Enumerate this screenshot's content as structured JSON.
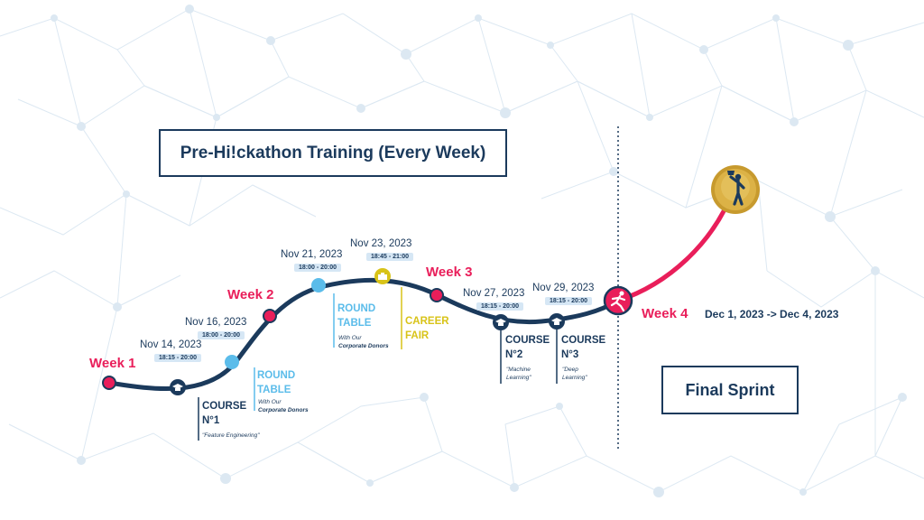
{
  "colors": {
    "navy": "#1b3a5c",
    "pink": "#e91e5a",
    "light_blue": "#5bbcea",
    "gold": "#d8c318",
    "network": "#dce8f2"
  },
  "header": {
    "title": "Pre-Hi!ckathon Training (Every Week)"
  },
  "final": {
    "box_label": "Final Sprint",
    "week_label": "Week 4",
    "dates": "Dec 1, 2023 -> Dec 4, 2023",
    "icon": "runner-icon",
    "trophy_icon": "trophy-figure-icon"
  },
  "weeks": [
    "Week 1",
    "Week 2",
    "Week 3"
  ],
  "events": {
    "course1": {
      "date": "Nov 14, 2023",
      "time": "18:15 - 20:00",
      "title_1": "COURSE",
      "title_2": "N°1",
      "subtitle": "\"Feature Engineering\"",
      "icon": "graduation-cap-icon"
    },
    "roundtable1": {
      "date": "Nov 16, 2023",
      "time": "18:00 - 20:00",
      "title_1": "ROUND",
      "title_2": "TABLE",
      "sub_1": "With Our",
      "sub_2": "Corporate Donors"
    },
    "roundtable2": {
      "date": "Nov 21, 2023",
      "time": "18:00 - 20:00",
      "title_1": "ROUND",
      "title_2": "TABLE",
      "sub_1": "With Our",
      "sub_2": "Corporate Donors"
    },
    "career": {
      "date": "Nov 23, 2023",
      "time": "18:45 - 21:00",
      "title_1": "CAREER",
      "title_2": "FAIR",
      "icon": "briefcase-icon"
    },
    "course2": {
      "date": "Nov 27, 2023",
      "time": "18:15 - 20:00",
      "title_1": "COURSE",
      "title_2": "N°2",
      "sub_1": "\"Machine",
      "sub_2": "Learning\"",
      "icon": "graduation-cap-icon"
    },
    "course3": {
      "date": "Nov 29, 2023",
      "time": "18:15 - 20:00",
      "title_1": "COURSE",
      "title_2": "N°3",
      "sub_1": "\"Deep",
      "sub_2": "Learning\"",
      "icon": "graduation-cap-icon"
    }
  }
}
